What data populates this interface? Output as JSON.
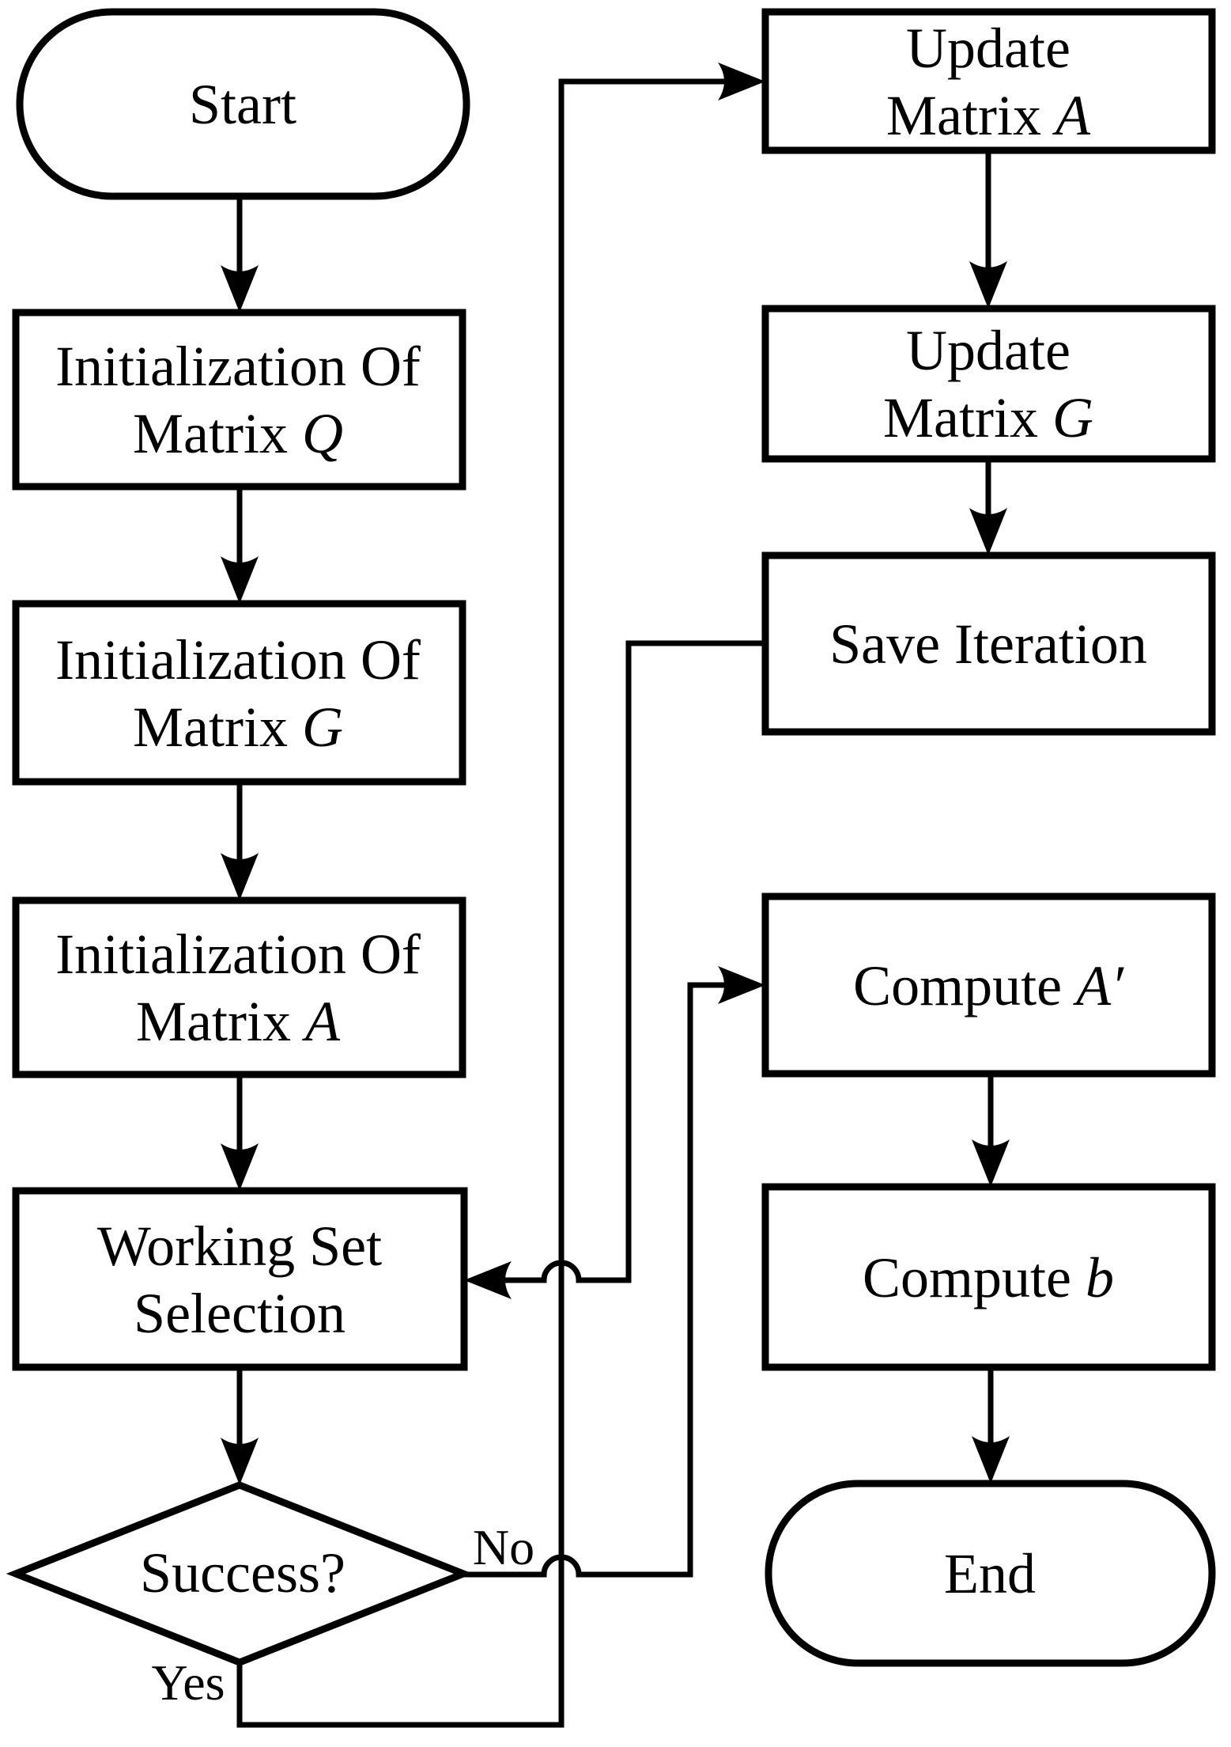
{
  "diagram": {
    "background_color": "#ffffff",
    "line_color": "#000000",
    "text_color": "#000000"
  },
  "nodes": {
    "start": {
      "type": "terminator",
      "label": "Start"
    },
    "init_q": {
      "type": "process",
      "line1": "Initialization Of",
      "line2_text": "Matrix ",
      "line2_var": "Q"
    },
    "init_g": {
      "type": "process",
      "line1": "Initialization Of",
      "line2_text": "Matrix ",
      "line2_var": "G"
    },
    "init_a": {
      "type": "process",
      "line1": "Initialization Of",
      "line2_text": "Matrix ",
      "line2_var": "A"
    },
    "working_set": {
      "type": "process",
      "line1": "Working Set",
      "line2": "Selection"
    },
    "success": {
      "type": "decision",
      "label": "Success?"
    },
    "update_a": {
      "type": "process",
      "line1": "Update",
      "line2_text": "Matrix ",
      "line2_var": "A"
    },
    "update_g": {
      "type": "process",
      "line1": "Update",
      "line2_text": "Matrix ",
      "line2_var": "G"
    },
    "save_iteration": {
      "type": "process",
      "label": "Save Iteration"
    },
    "compute_a_prime": {
      "type": "process",
      "label_text": "Compute ",
      "label_var": "A′"
    },
    "compute_b": {
      "type": "process",
      "label_text": "Compute ",
      "label_var": "b"
    },
    "end": {
      "type": "terminator",
      "label": "End"
    }
  },
  "edge_labels": {
    "no": "No",
    "yes": "Yes"
  }
}
